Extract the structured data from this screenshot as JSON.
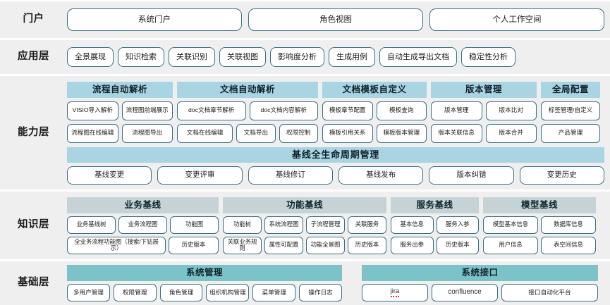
{
  "layers": {
    "portal": {
      "label": "门户",
      "items": [
        "系统门户",
        "角色视图",
        "个人工作空间"
      ]
    },
    "application": {
      "label": "应用层",
      "items": [
        "全景展现",
        "知识检索",
        "关联识别",
        "关联视图",
        "影响度分析",
        "生成用例",
        "自动生成导出文档",
        "稳定性分析"
      ]
    },
    "capability": {
      "label": "能力层",
      "groups": [
        {
          "title": "流程自动解析",
          "row1": [
            "VISIO导入解析",
            "流程图前端展示"
          ],
          "row2": [
            "流程图在线编辑",
            "流程图导出"
          ]
        },
        {
          "title": "文档自动解析",
          "row1": [
            "doc文档章节解析",
            "doc文档内容解析"
          ],
          "row2": [
            "文档在线编辑",
            "文档导出",
            "权限控制"
          ]
        },
        {
          "title": "文档模板自定义",
          "row1": [
            "模板章节配置",
            "模板查询"
          ],
          "row2": [
            "模板引用关系",
            "模板版本管理"
          ]
        },
        {
          "title": "版本管理",
          "row1": [
            "版本管理",
            "版本比对"
          ],
          "row2": [
            "版本关联信息",
            "版本合并"
          ]
        },
        {
          "title": "全局配置",
          "row1": [
            "标签管理/自定义"
          ],
          "row2": [
            "产品管理"
          ]
        }
      ],
      "lifecycle": {
        "title": "基线全生命周期管理",
        "items": [
          "基线变更",
          "变更评审",
          "基线修订",
          "基线发布",
          "版本纠错",
          "变更历史"
        ]
      }
    },
    "knowledge": {
      "label": "知识层",
      "groups": [
        {
          "title": "业务基线",
          "row1": [
            "业务基线树",
            "业务流程图",
            "功能图"
          ],
          "row2": [
            "全业务流程功能图（搜索/下钻展示）",
            "历史版本"
          ]
        },
        {
          "title": "功能基线",
          "row1": [
            "功能树",
            "系统流程图",
            "子流程管理",
            "关联服务"
          ],
          "row2": [
            "关联业务规则",
            "属性可配置",
            "功能全景图",
            "历史版本"
          ]
        },
        {
          "title": "服务基线",
          "row1": [
            "基本信息",
            "服务入参"
          ],
          "row2": [
            "服务出参",
            "历史版本"
          ]
        },
        {
          "title": "模型基线",
          "row1": [
            "模型基本信息",
            "数据库信息"
          ],
          "row2": [
            "用户信息",
            "表空间信息"
          ]
        }
      ]
    },
    "base": {
      "label": "基础层",
      "groups": [
        {
          "title": "系统管理",
          "items": [
            "多用户管理",
            "权限管理",
            "角色管理",
            "组织机构管理",
            "菜单管理",
            "操作日志"
          ]
        },
        {
          "title": "系统接口",
          "items": [
            "jira",
            "confluence",
            "接口自动化平台"
          ]
        }
      ]
    }
  },
  "colors": {
    "band_bg": "#efefef",
    "chip_border": "#3d6e87",
    "header_blue": "#a9d5e3",
    "header_teal": "#7cc3c9",
    "header_gray": "#c6d3d6",
    "text": "#1c1c1c",
    "spellcheck_underline": "#e03b2f"
  }
}
